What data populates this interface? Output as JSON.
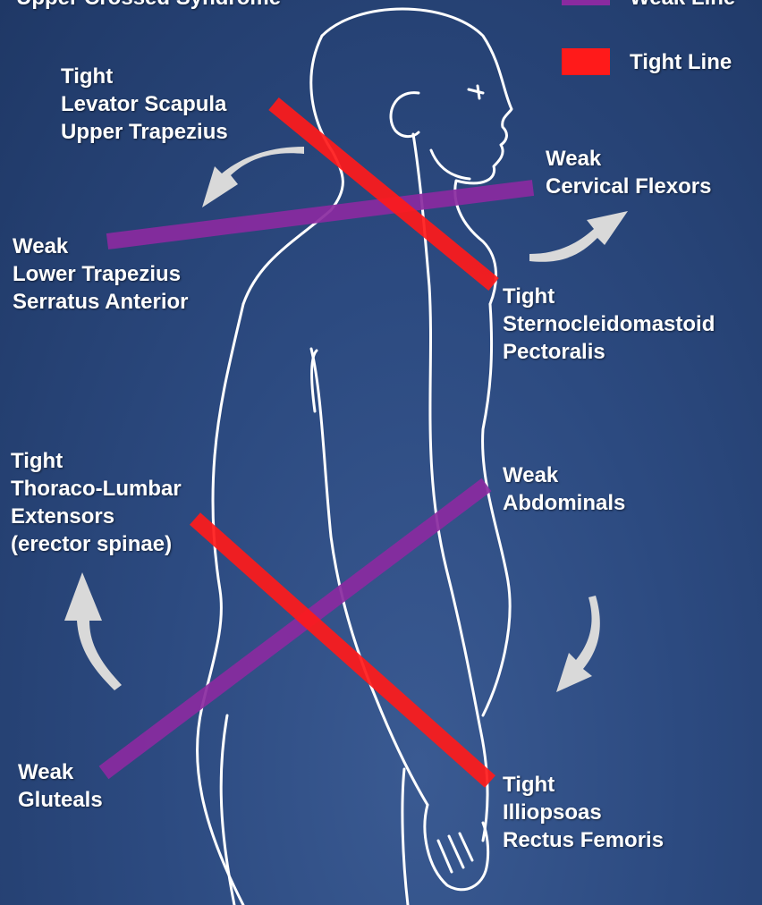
{
  "colors": {
    "tight": "#ff1a1a",
    "weak": "#8a2aa0",
    "arrow": "#d9d9d9",
    "outline": "#ffffff",
    "text": "#ffffff"
  },
  "top_cut_text": "Upper Crossed Syndrome",
  "legend": {
    "weak_label": "Weak Line",
    "tight_label": "Tight Line"
  },
  "labels": {
    "levator": [
      "Tight",
      "Levator Scapula",
      "Upper Trapezius"
    ],
    "cervical": [
      "Weak",
      "Cervical Flexors"
    ],
    "lower_trap": [
      "Weak",
      "Lower Trapezius",
      "Serratus Anterior"
    ],
    "scm": [
      "Tight",
      "Sternocleidomastoid",
      "Pectoralis"
    ],
    "thoraco": [
      "Tight",
      "Thoraco-Lumbar",
      "Extensors",
      "(erector spinae)"
    ],
    "abdominals": [
      "Weak",
      "Abdominals"
    ],
    "gluteals": [
      "Weak",
      "Gluteals"
    ],
    "illiopsoas": [
      "Tight",
      "Illiopsoas",
      "Rectus Femoris"
    ]
  }
}
